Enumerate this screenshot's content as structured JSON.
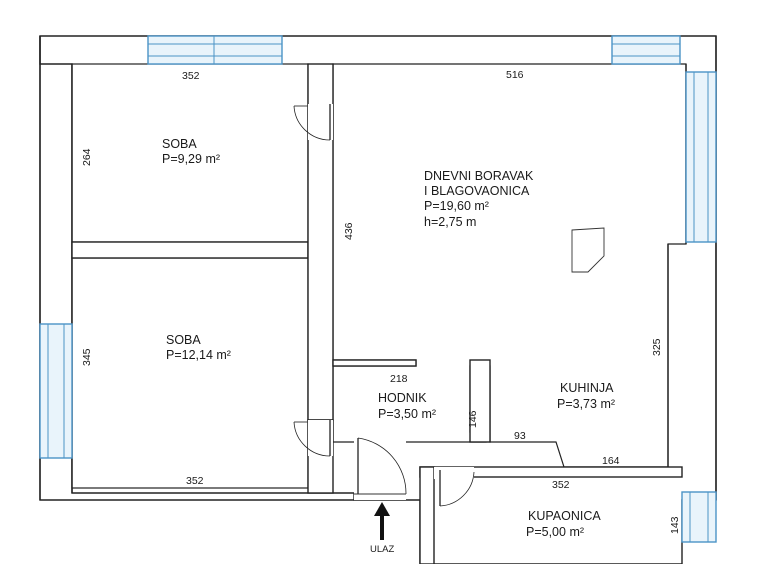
{
  "rooms": {
    "soba1": {
      "name": "SOBA",
      "area": "P=9,29 m²"
    },
    "soba2": {
      "name": "SOBA",
      "area": "P=12,14 m²"
    },
    "dnevni": {
      "name_line1": "DNEVNI BORAVAK",
      "name_line2": "I BLAGOVAONICA",
      "area": "P=19,60 m²",
      "height": "h=2,75 m"
    },
    "hodnik": {
      "name": "HODNIK",
      "area": "P=3,50 m²"
    },
    "kuhinja": {
      "name": "KUHINJA",
      "area": "P=3,73 m²"
    },
    "kupaonica": {
      "name": "KUPAONICA",
      "area": "P=5,00 m²"
    }
  },
  "dimensions": {
    "soba1_width": "352",
    "soba1_depth": "264",
    "dnevni_width": "516",
    "dnevni_depth": "436",
    "soba2_depth": "345",
    "soba2_width": "352",
    "hodnik_width": "218",
    "hodnik_depth": "146",
    "kuhinja_depth": "325",
    "kuhinja_step": "93",
    "kuhinja_width": "164",
    "kupaonica_width": "352",
    "kupaonica_depth": "143"
  },
  "entrance": {
    "label": "ULAZ"
  },
  "colors": {
    "window": "#4b93c6",
    "wall": "#222222"
  }
}
